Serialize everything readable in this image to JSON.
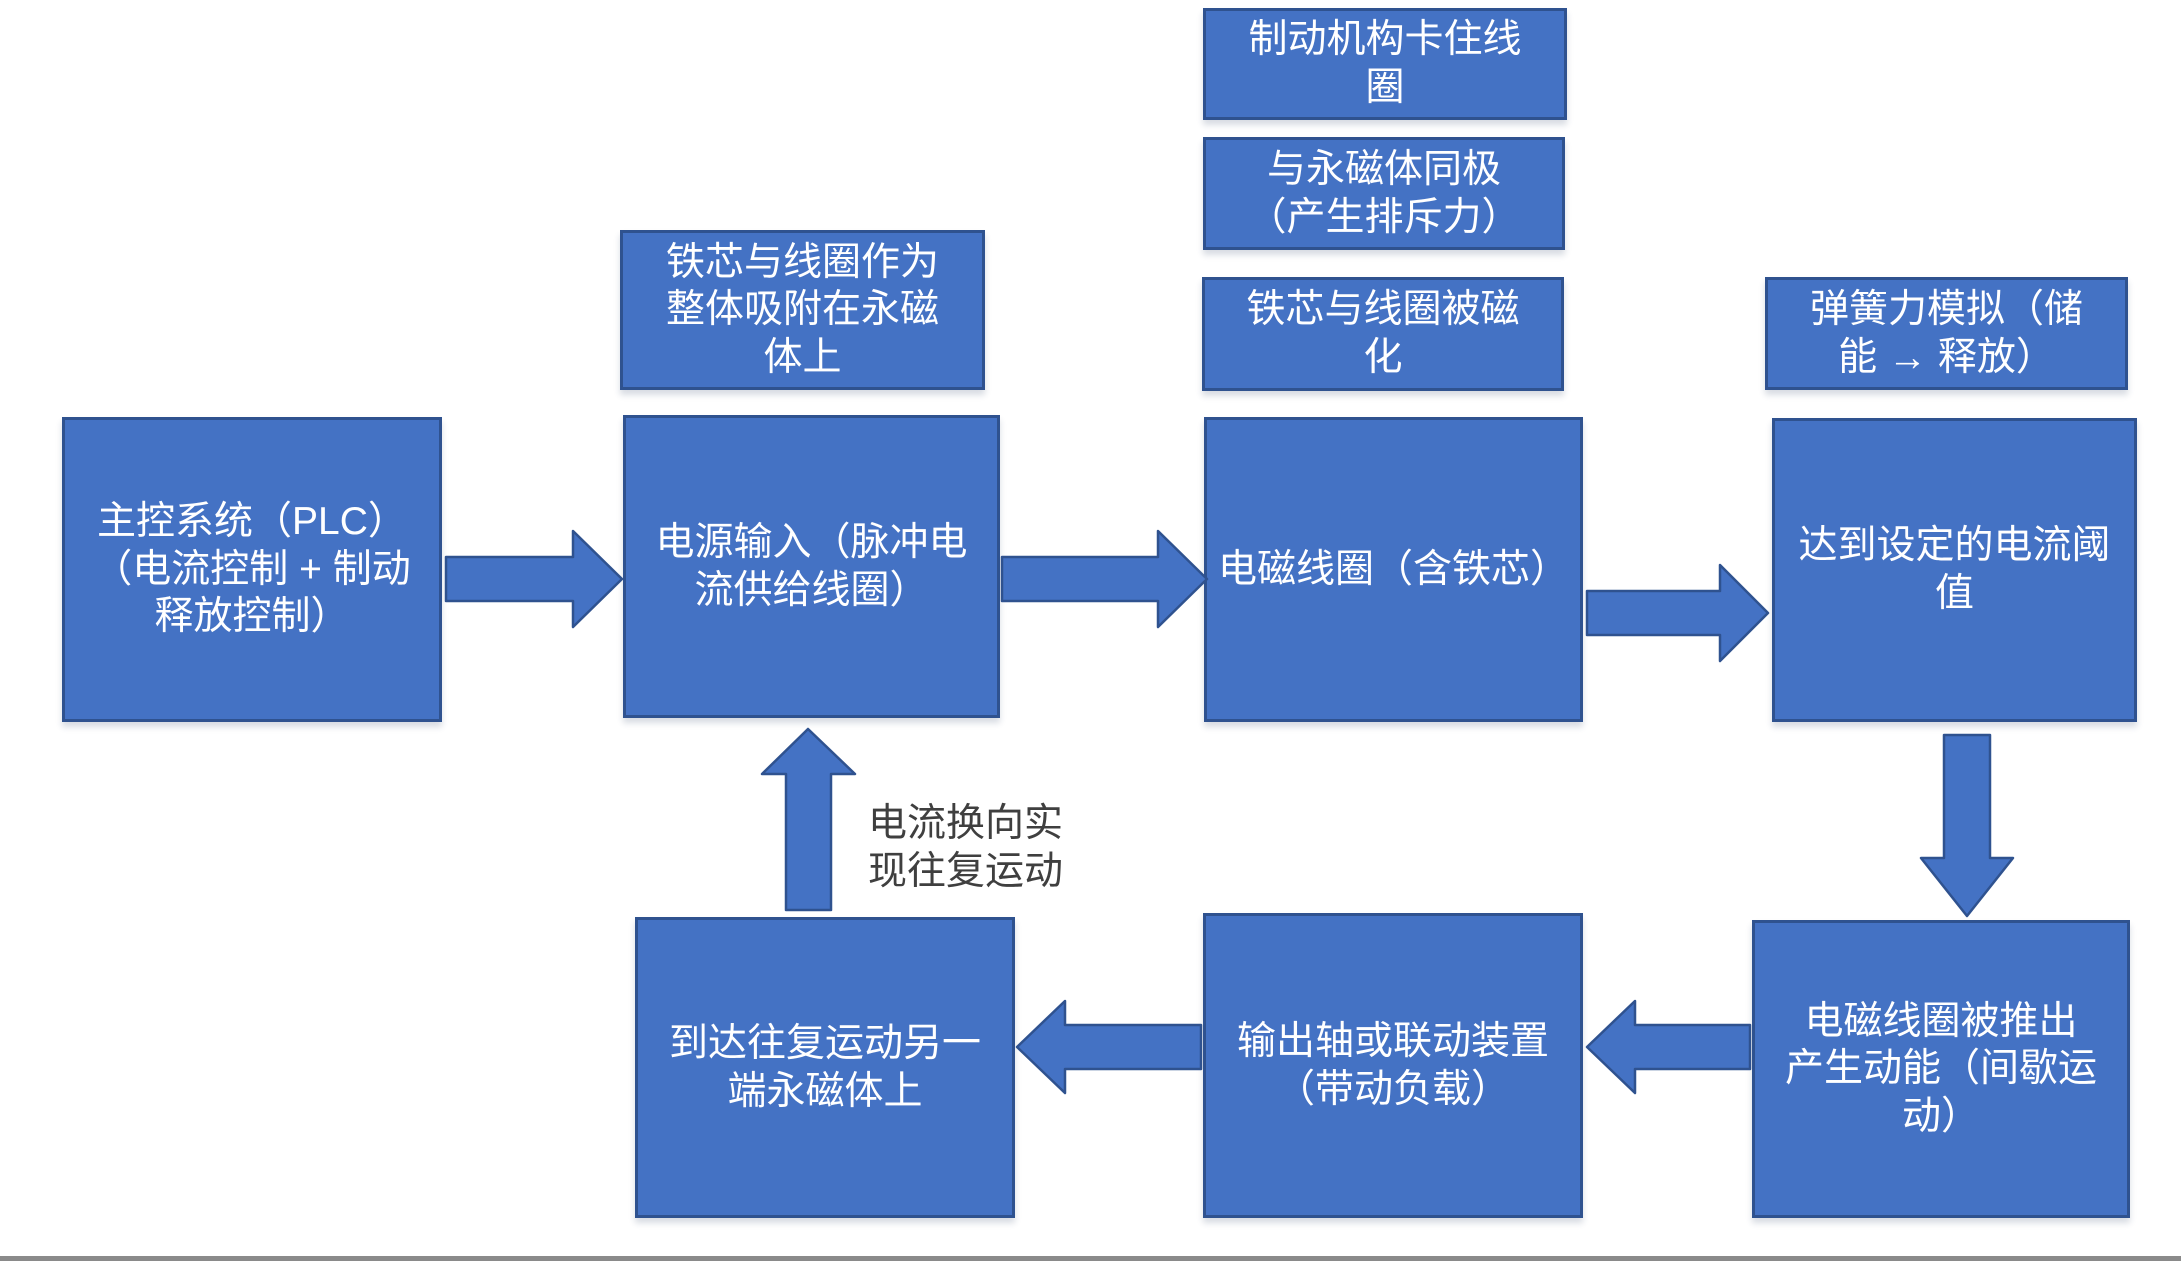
{
  "colors": {
    "box_fill": "#4472C4",
    "box_border": "#2F528F",
    "box_text": "#FFFFFF",
    "label_text": "#3F3F3F",
    "bottom_edge": "#8A8A8A",
    "background": "#FFFFFF"
  },
  "nodes": {
    "brake": {
      "text": "制动机构卡住线\n圈"
    },
    "same_pole": {
      "text": "与永磁体同极\n（产生排斥力）"
    },
    "magnetized": {
      "text": "铁芯与线圈被磁\n化"
    },
    "attached": {
      "text": "铁芯与线圈作为\n整体吸附在永磁\n体上"
    },
    "spring": {
      "text": "弹簧力模拟（储\n能 → 释放）"
    },
    "plc": {
      "text": "主控系统（PLC）\n（电流控制 + 制动\n释放控制）"
    },
    "power": {
      "text": "电源输入（脉冲电\n流供给线圈）"
    },
    "coil": {
      "text": "电磁线圈（含铁芯）"
    },
    "threshold": {
      "text": "达到设定的电流阈\n值"
    },
    "pushed": {
      "text": "电磁线圈被推出\n产生动能（间歇运\n动）"
    },
    "output": {
      "text": "输出轴或联动装置\n（带动负载）"
    },
    "reach": {
      "text": "到达往复运动另一\n端永磁体上"
    }
  },
  "labels": {
    "reverse": {
      "text": "电流换向实\n现往复运动"
    }
  }
}
